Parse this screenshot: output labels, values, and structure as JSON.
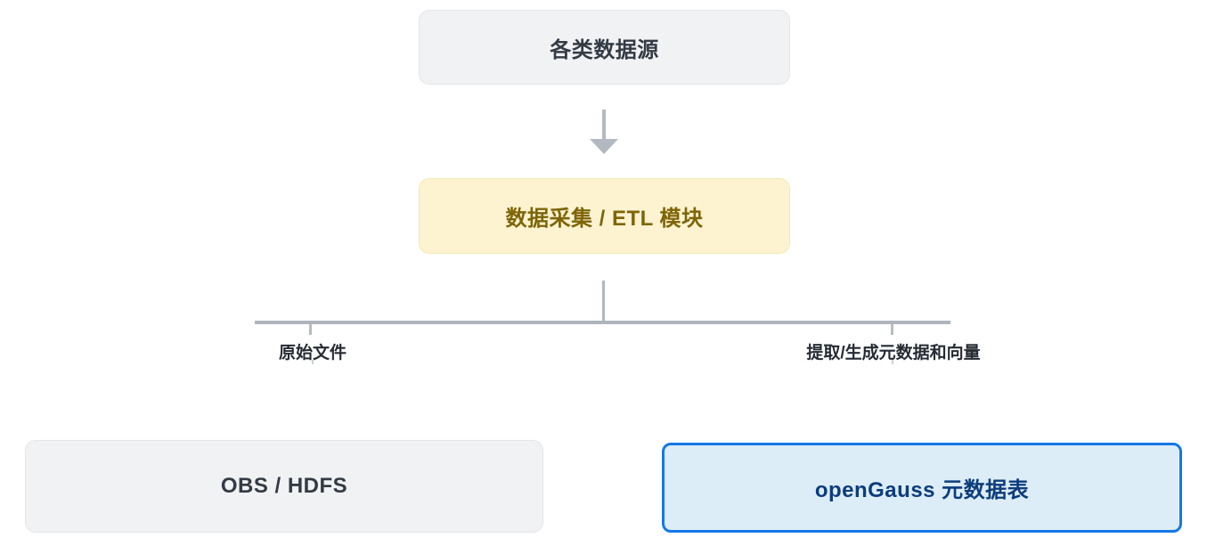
{
  "diagram": {
    "title": "data-pipeline-architecture",
    "nodes": {
      "data_sources": {
        "label": "各类数据源",
        "style": "gray"
      },
      "etl": {
        "label": "数据采集 / ETL 模块",
        "style": "yellow"
      },
      "obs_hdfs": {
        "label": "OBS / HDFS",
        "style": "gray"
      },
      "opengauss": {
        "label": "openGauss 元数据表",
        "style": "blue-highlight"
      }
    },
    "edges": {
      "top_to_etl": {
        "type": "arrow-down"
      },
      "etl_branch": {
        "left_label": "原始文件",
        "right_label": "提取/生成元数据和向量"
      }
    },
    "colors": {
      "background": "#ffffff",
      "node_gray_bg": "#f1f2f4",
      "node_gray_border": "#e2e5e9",
      "node_gray_text": "#333b45",
      "node_yellow_bg": "#fdf3d1",
      "node_yellow_border": "#f6e7b3",
      "node_yellow_text": "#7d6508",
      "node_blue_bg": "#dcedf7",
      "node_blue_border": "#1578e8",
      "node_blue_text": "#0d3c7c",
      "connector_line": "#aeb5bd",
      "edge_label_text": "#262b33"
    }
  }
}
